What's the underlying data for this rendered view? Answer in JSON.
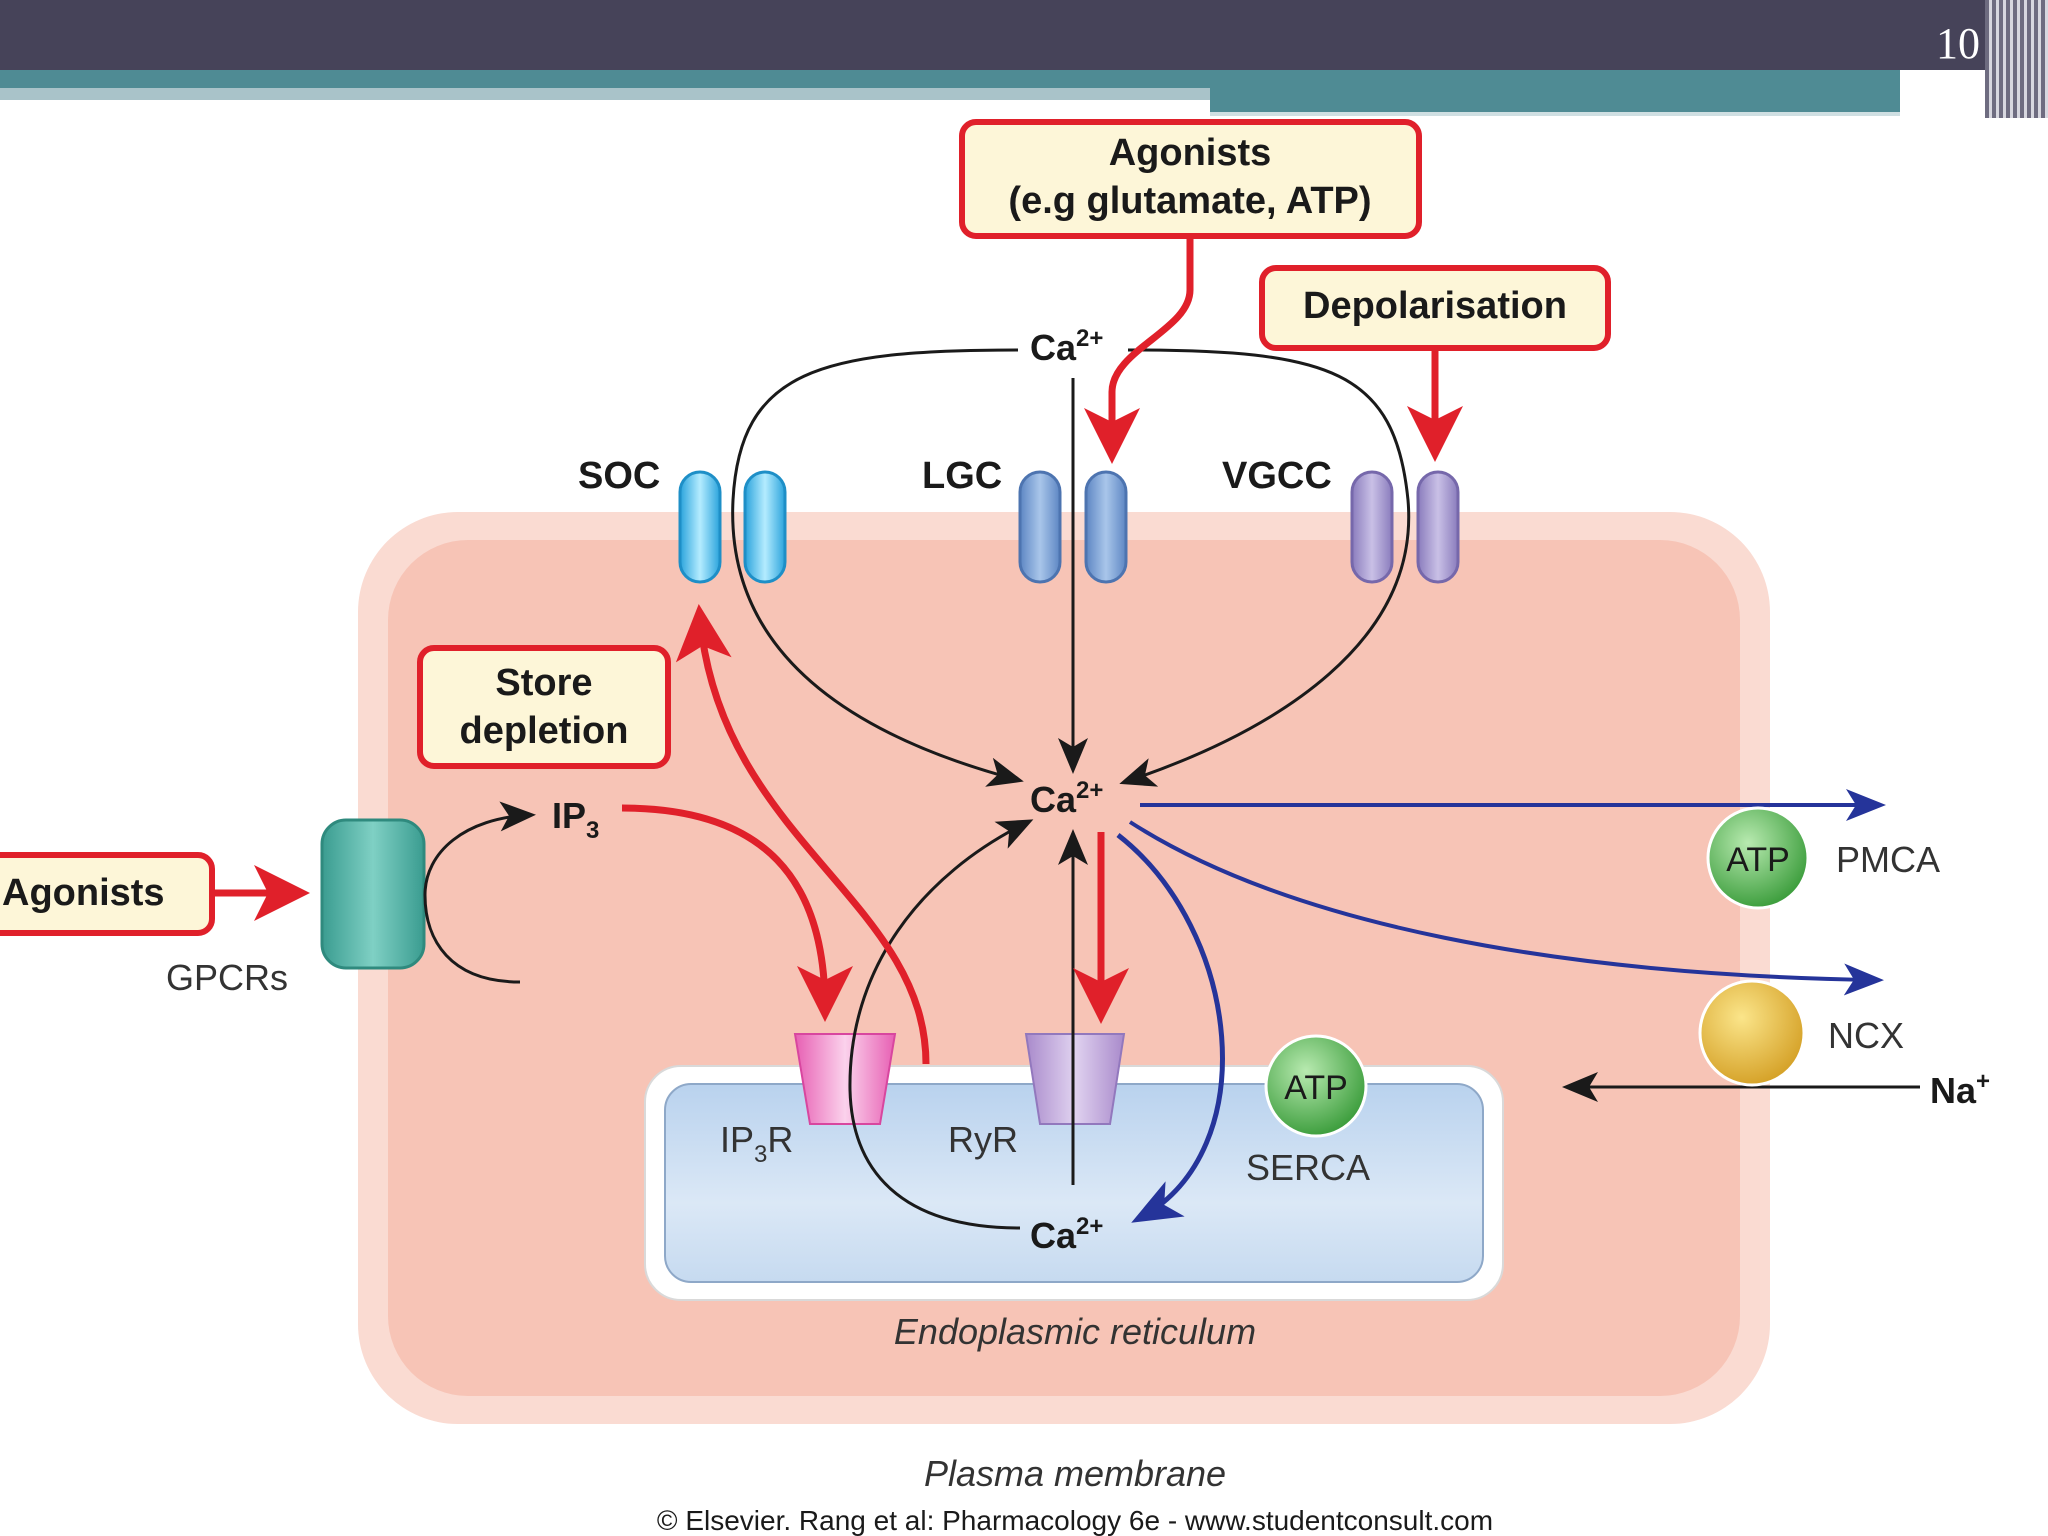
{
  "slide": {
    "number": "10"
  },
  "boxes": {
    "agonists_top_line1": "Agonists",
    "agonists_top_line2": "(e.g glutamate, ATP)",
    "depolarisation": "Depolarisation",
    "store_line1": "Store",
    "store_line2": "depletion",
    "agonists_left": "Agonists"
  },
  "channels": {
    "soc": "SOC",
    "lgc": "LGC",
    "vgcc": "VGCC"
  },
  "ions": {
    "ca_base": "Ca",
    "ca_sup": "2+",
    "ip_base": "IP",
    "ip_sub": "3",
    "na_base": "Na",
    "na_sup": "+"
  },
  "labels": {
    "gpcrs": "GPCRs",
    "ip3r_base": "IP",
    "ip3r_sub": "3",
    "ip3r_end": "R",
    "ryr": "RyR",
    "atp": "ATP",
    "serca": "SERCA",
    "pmca": "PMCA",
    "ncx": "NCX",
    "er": "Endoplasmic reticulum",
    "pm": "Plasma membrane",
    "copyright": "© Elsevier. Rang et al: Pharmacology 6e - www.studentconsult.com"
  },
  "colors": {
    "cell_fill": "#f7c4b6",
    "membrane": "#fadbd2",
    "er_fill": "#cfe0f2",
    "red_arrow": "#e0202a",
    "blue_arrow": "#25349a",
    "box_fill": "#fdf6d8",
    "soc": "#3fb4e6",
    "lgc": "#6f98cf",
    "vgcc": "#9c8ec9",
    "gpcr": "#3fa599",
    "atp": "#4cae4c",
    "ncx": "#e3b23a"
  }
}
